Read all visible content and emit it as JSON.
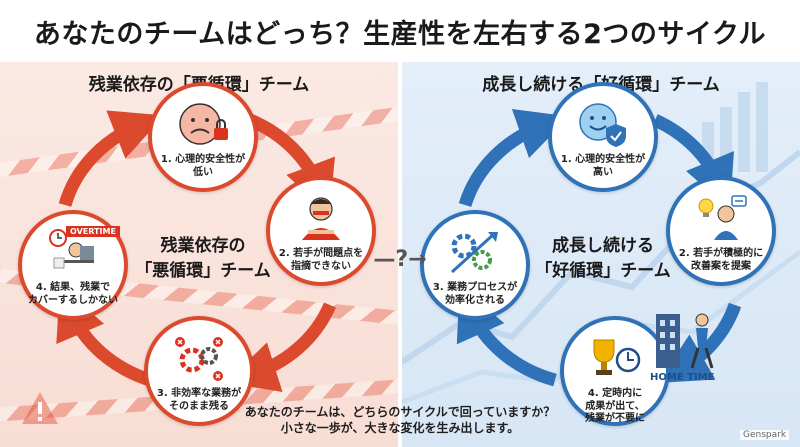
{
  "title": "あなたのチームはどっち？生産性を左右する2つのサイクル",
  "left": {
    "heading": "残業依存の「悪循環」チーム",
    "center": "残業依存の\n「悪循環」チーム",
    "accent": "#dc4a2e",
    "nodes": [
      {
        "label": "1. 心理的安全性が\n低い",
        "icon": "sad-face-lock-icon"
      },
      {
        "label": "2. 若手が問題点を\n指摘できない",
        "icon": "silent-person-icon"
      },
      {
        "label": "3. 非効率な業務が\nそのまま残る",
        "icon": "broken-gears-icon"
      },
      {
        "label": "4. 結果、残業で\nカバーするしかない",
        "icon": "overtime-worker-icon"
      }
    ],
    "overtime_badge": "OVERTIME"
  },
  "right": {
    "heading": "成長し続ける「好循環」チーム",
    "center": "成長し続ける\n「好循環」チーム",
    "accent": "#2f72b8",
    "nodes": [
      {
        "label": "1. 心理的安全性が\n高い",
        "icon": "smile-shield-icon"
      },
      {
        "label": "2. 若手が積極的に\n改善案を提案",
        "icon": "idea-person-icon"
      },
      {
        "label": "3. 業務プロセスが\n効率化される",
        "icon": "gears-arrow-icon"
      },
      {
        "label": "4. 定時内に\n成果が出て、\n残業が不要に",
        "icon": "trophy-clock-icon"
      }
    ],
    "home_time": "HOME TIME"
  },
  "middle": "—?→",
  "bottom": {
    "line1": "あなたのチームは、どちらのサイクルで回っていますか？",
    "line2": "小さな一歩が、大きな変化を生み出します。"
  },
  "watermark": "Genspark"
}
